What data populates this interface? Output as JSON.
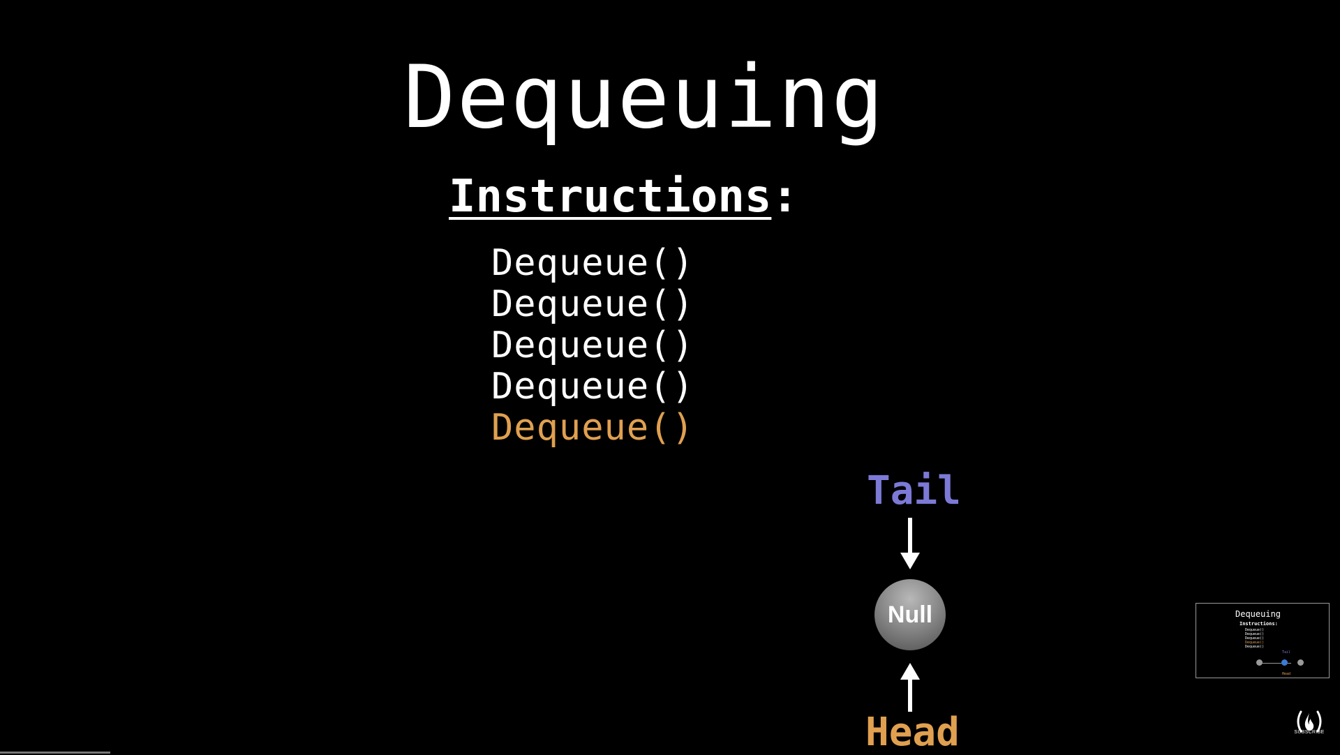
{
  "slide": {
    "title": "Dequeuing",
    "instructions_heading": "Instructions",
    "instructions_colon": ":",
    "instructions": [
      {
        "text": "Dequeue()",
        "active": false
      },
      {
        "text": "Dequeue()",
        "active": false
      },
      {
        "text": "Dequeue()",
        "active": false
      },
      {
        "text": "Dequeue()",
        "active": false
      },
      {
        "text": "Dequeue()",
        "active": true
      }
    ],
    "tail_label": "Tail",
    "head_label": "Head",
    "node_label": "Null"
  },
  "thumbnail": {
    "title": "Dequeuing",
    "heading": "Instructions:",
    "items": [
      "Dequeue()",
      "Dequeue()",
      "Dequeue()",
      "Dequeue()",
      "Dequeue()"
    ],
    "active_index": 3,
    "tail_label": "Tail",
    "head_label": "Head"
  },
  "overlay": {
    "subscribe_label": "SUBSCRIBE"
  },
  "colors": {
    "background": "#000000",
    "text": "#ffffff",
    "tail": "#7c7ad6",
    "head": "#e0a050",
    "active_instruction": "#e0a050",
    "node": "#8a8a8a"
  }
}
